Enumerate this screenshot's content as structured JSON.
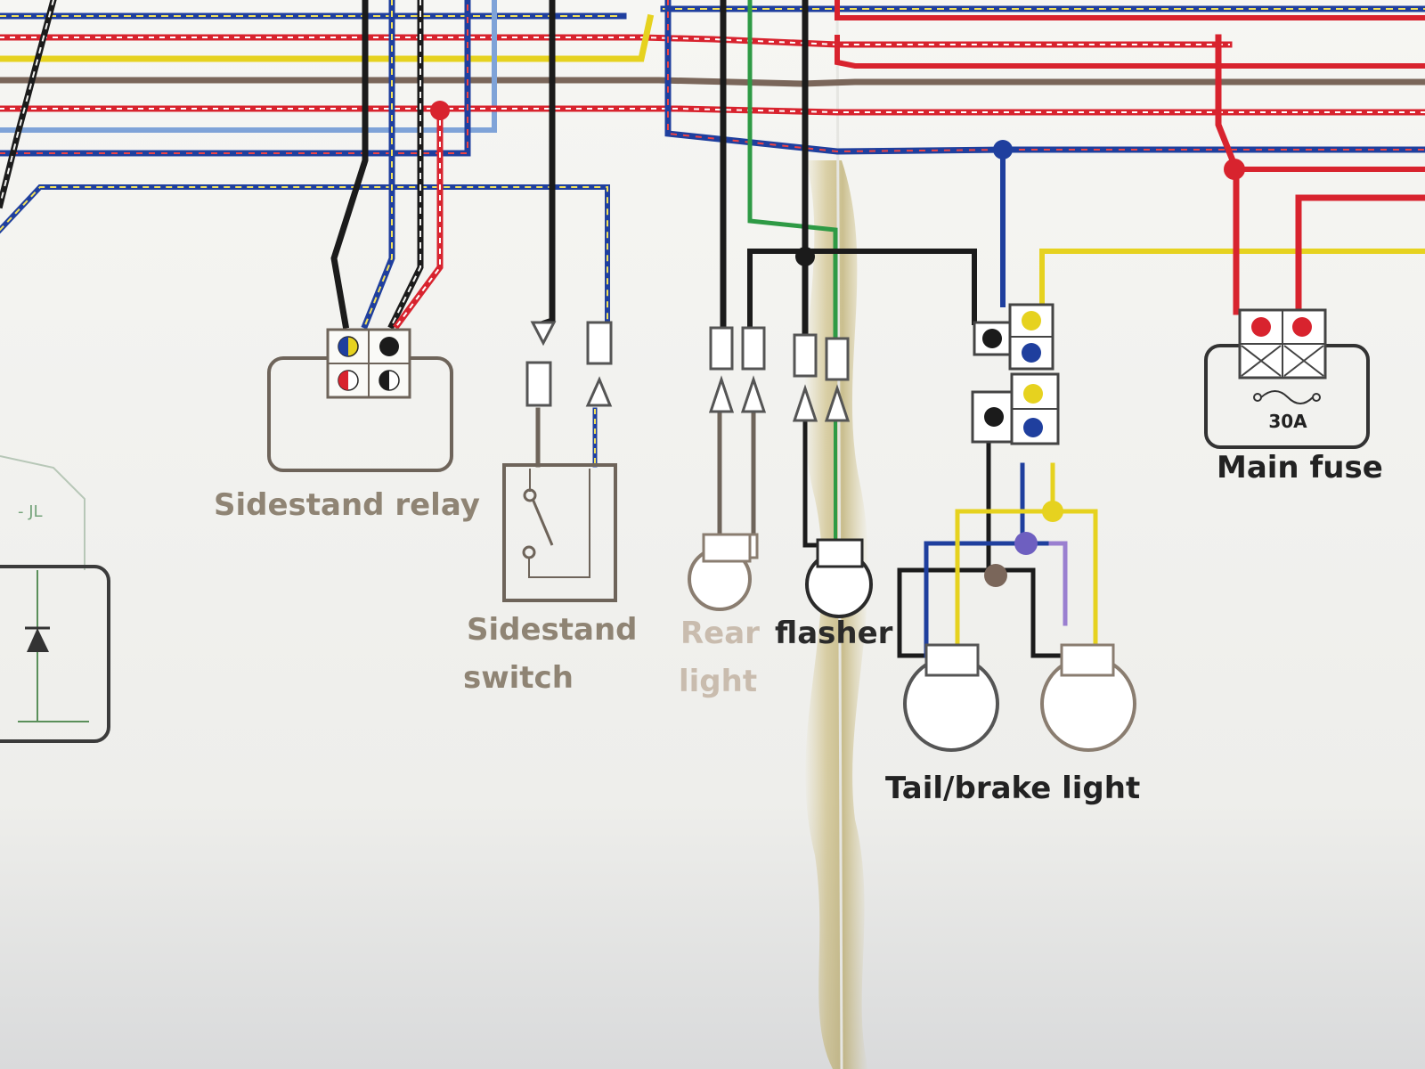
{
  "labels": {
    "sidestand_relay": "Sidestand relay",
    "sidestand_switch_line1": "Sidestand",
    "sidestand_switch_line2": "switch",
    "rear_light_line1": "Rear",
    "rear_light_line2": "light",
    "flasher": "flasher",
    "tail_brake_light": "Tail/brake light",
    "main_fuse": "Main fuse",
    "fuse_rating": "30A"
  },
  "wire_colors": {
    "blue": "#1f3f9e",
    "red": "#d8232e",
    "yellow": "#e6d21f",
    "brown": "#7a665a",
    "black": "#1b1b1b",
    "green": "#2e9a45",
    "light_blue": "#7fa3d8",
    "purple": "#9a7fd0"
  },
  "palette": {
    "paper": "#f4f4f1",
    "label_gold": "#8f8474",
    "label_dark": "#2a2a2a",
    "stain": "#b9a24a"
  }
}
